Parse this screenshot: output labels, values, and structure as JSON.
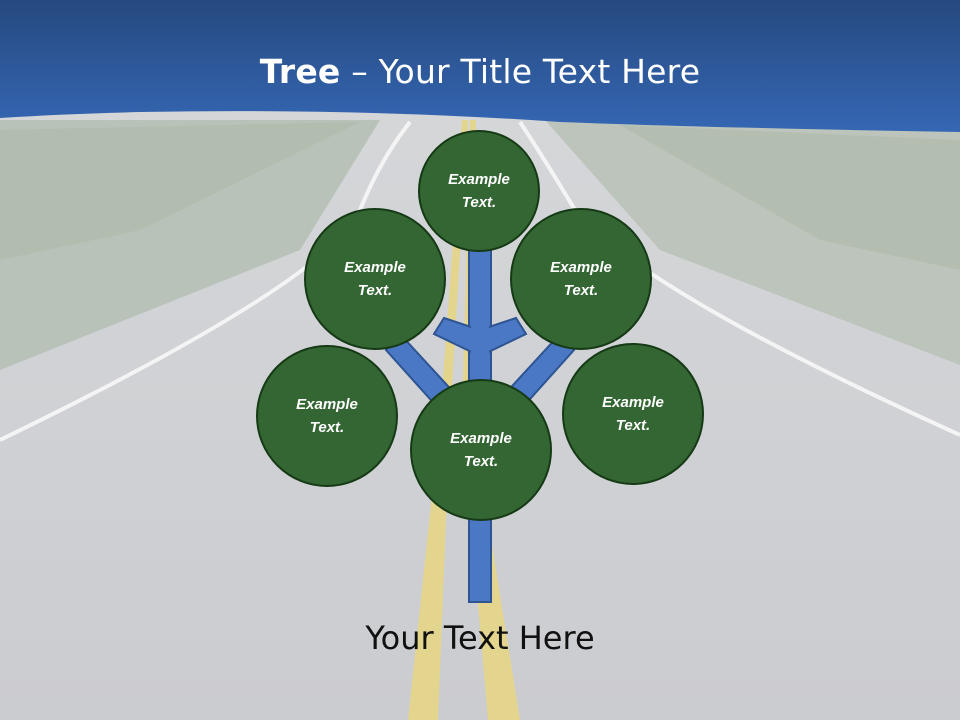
{
  "slide": {
    "title_bold": "Tree",
    "title_rest": " – Your Title Text Here",
    "footer_text": "Your Text Here",
    "nodes": [
      {
        "label": "Example Text."
      },
      {
        "label": "Example Text."
      },
      {
        "label": "Example Text."
      },
      {
        "label": "Example Text."
      },
      {
        "label": "Example Text."
      },
      {
        "label": "Example Text."
      }
    ]
  },
  "colors": {
    "header_blue": "#2f62ad",
    "node_fill": "#336633",
    "trunk_fill": "#4a78c4",
    "road": "#c9cacd",
    "center_line": "#e2d48a"
  }
}
